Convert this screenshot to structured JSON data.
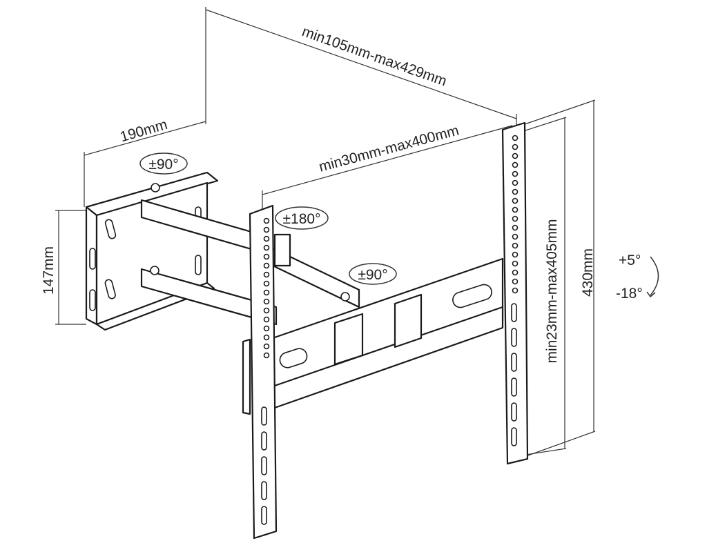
{
  "dimensions": {
    "overall_depth": "min105mm-max429mm",
    "wall_plate_width": "190mm",
    "arm_extension": "min30mm-max400mm",
    "wall_plate_height": "147mm",
    "rail_length": "430mm",
    "vesa_vertical": "min23mm-max405mm"
  },
  "rotations": {
    "wall_swivel": "±90°",
    "arm_swivel": "±180°",
    "head_swivel": "±90°",
    "tilt_up": "+5°",
    "tilt_down": "-18°"
  }
}
